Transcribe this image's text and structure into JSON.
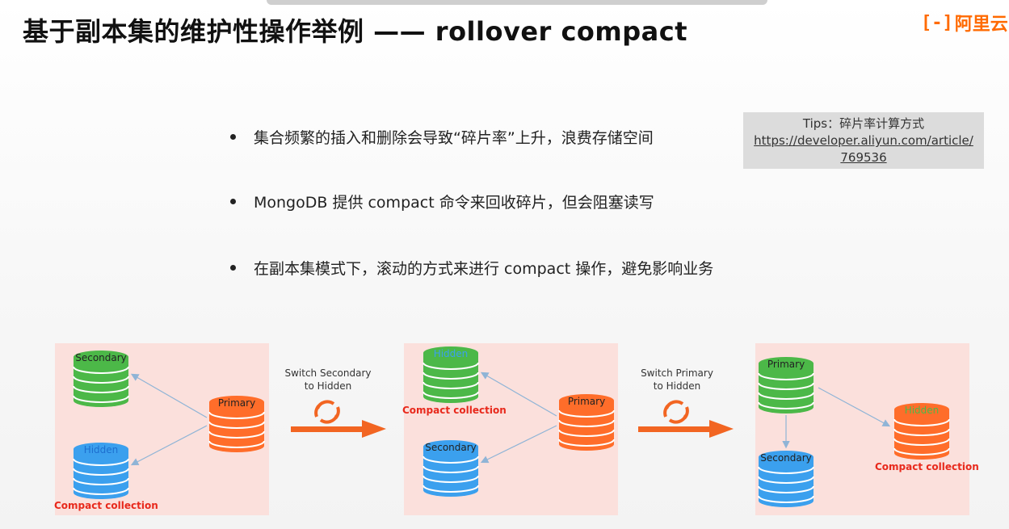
{
  "title": "基于副本集的维护性操作举例 —— rollover compact",
  "logo": {
    "mark": "[-]",
    "text": "阿里云",
    "color": "#ff6a00"
  },
  "bullets": [
    "集合频繁的插入和删除会导致“碎片率”上升，浪费存储空间",
    "MongoDB 提供 compact 命令来回收碎片，但会阻塞读写",
    "在副本集模式下，滚动的方式来进行 compact 操作，避免影响业务"
  ],
  "tips": {
    "line1": "Tips：碎片率计算方式",
    "url_line1": "https://developer.aliyun.com/article/",
    "url_line2": "769536"
  },
  "colors": {
    "orange": "#ff6d2a",
    "green": "#4cb848",
    "blue": "#3ba0ee",
    "red_text": "#e8291c",
    "panel": "#fbe0dc",
    "arrow": "#f26522",
    "line": "#8fb4d6"
  },
  "diagram": {
    "step1": {
      "secondary": "Secondary",
      "primary": "Primary",
      "hidden": "Hidden",
      "compact": "Compact collection"
    },
    "switch1": {
      "line1": "Switch Secondary",
      "line2": "to Hidden"
    },
    "step2": {
      "hidden": "Hidden",
      "primary": "Primary",
      "secondary": "Secondary",
      "compact": "Compact collection"
    },
    "switch2": {
      "line1": "Switch Primary",
      "line2": "to Hidden"
    },
    "step3": {
      "primary": "Primary",
      "secondary": "Secondary",
      "hidden": "Hidden",
      "compact": "Compact collection"
    }
  }
}
